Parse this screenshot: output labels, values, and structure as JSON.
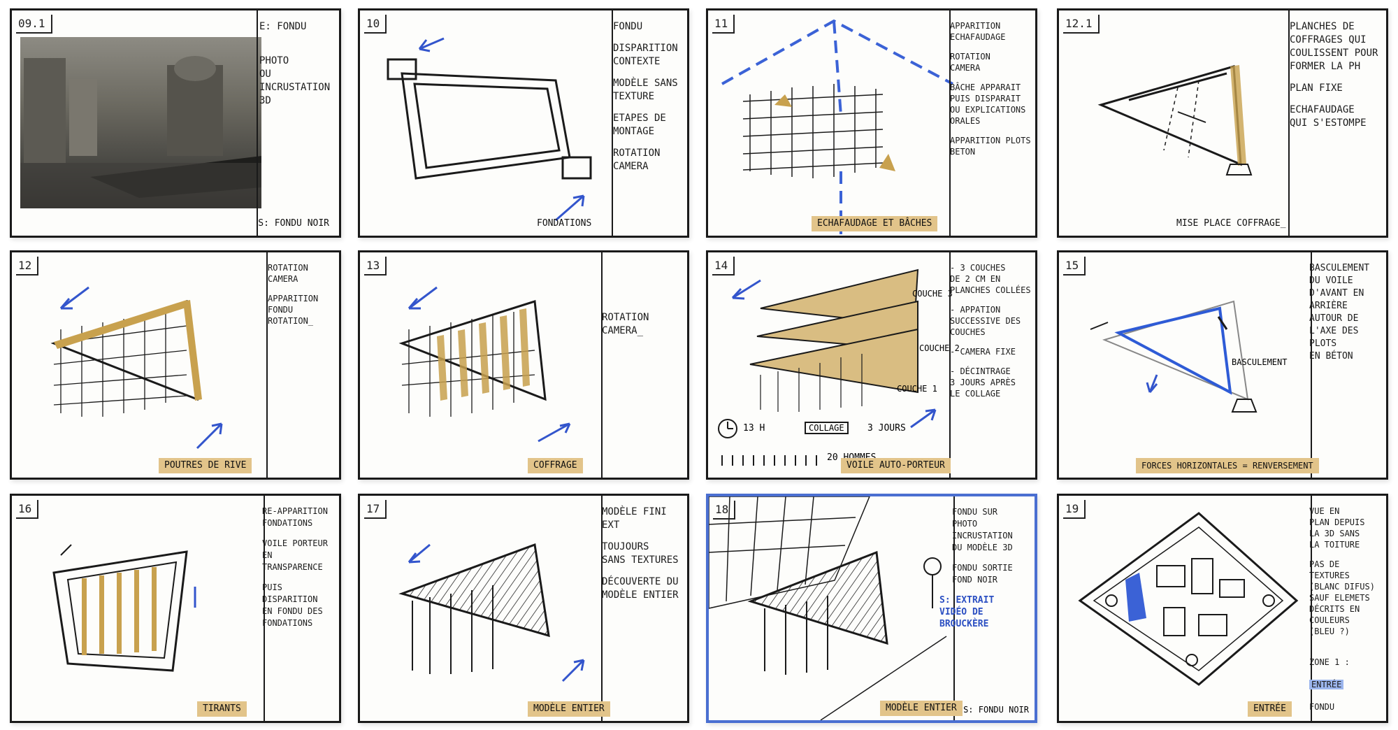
{
  "panels": [
    {
      "number": "09.1",
      "notes": [
        "E: FONDU",
        "PHOTO\nOU\nINCRUSTATION\n3D"
      ],
      "caption": "S: FONDU NOIR"
    },
    {
      "number": "10",
      "notes": [
        "FONDU",
        "DISPARITION\nCONTEXTE",
        "MODÈLE SANS\nTEXTURE",
        "ETAPES DE\nMONTAGE",
        "ROTATION\nCAMERA"
      ],
      "caption": "FONDATIONS"
    },
    {
      "number": "11",
      "notes": [
        "APPARITION\nECHAFAUDAGE",
        "ROTATION\nCAMERA",
        "BÂCHE APPARAIT\nPUIS DISPARAIT\nOU EXPLICATIONS\nORALES",
        "APPARITION PLOTS\nBETON"
      ],
      "caption": "ECHAFAUDAGE ET BÂCHES"
    },
    {
      "number": "12.1",
      "notes": [
        "PLANCHES DE\nCOFFRAGES QUI\nCOULISSENT POUR\nFORMER LA PH",
        "PLAN FIXE",
        "ECHAFAUDAGE\nQUI S'ESTOMPE"
      ],
      "caption": "MISE PLACE COFFRAGE_"
    },
    {
      "number": "12",
      "notes": [
        "ROTATION\nCAMERA",
        "APPARITION FONDU\nROTATION_"
      ],
      "caption": "POUTRES DE RIVE"
    },
    {
      "number": "13",
      "notes": [
        "ROTATION\nCAMERA_"
      ],
      "caption": "COFFRAGE"
    },
    {
      "number": "14",
      "notes": [
        "- 3 COUCHES\nDE 2 CM EN\nPLANCHES COLLÉES",
        "- APPATION\nSUCCESSIVE DES\nCOUCHES",
        "- CAMERA FIXE",
        "- DÉCINTRAGE\n3 JOURS APRÈS\nLE COLLAGE"
      ],
      "labels": [
        "COUCHE 3",
        "COUCHE 2",
        "COUCHE 1"
      ],
      "time": "13 H",
      "collage": "COLLAGE",
      "days": "3 JOURS",
      "workers": "20 HOMMES",
      "caption": "VOILE AUTO-PORTEUR"
    },
    {
      "number": "15",
      "notes": [
        "BASCULEMENT\nDU VOILE\nD'AVANT EN\nARRIÈRE\nAUTOUR DE\nL'AXE DES PLOTS\nEN BÉTON"
      ],
      "label": "BASCULEMENT",
      "caption": "FORCES HORIZONTALES = RENVERSEMENT"
    },
    {
      "number": "16",
      "notes": [
        "RE-APPARITION\nFONDATIONS",
        "VOILE PORTEUR\nEN TRANSPARENCE",
        "PUIS DISPARITION\nEN FONDU DES\nFONDATIONS"
      ],
      "caption": "TIRANTS"
    },
    {
      "number": "17",
      "notes": [
        "MODÈLE FINI\nEXT",
        "TOUJOURS\nSANS TEXTURES",
        "DÉCOUVERTE DU\nMODÈLE ENTIER"
      ],
      "caption": "MODÈLE ENTIER"
    },
    {
      "number": "18",
      "notes": [
        "FONDU SUR\nPHOTO\nINCRUSTATION\nDU MODÈLE 3D",
        "FONDU SORTIE\nFOND NOIR"
      ],
      "extract": "S: EXTRAIT\nVIDÉO DE\nBROUCKÈRE",
      "exit": "S: FONDU NOIR",
      "caption": "MODÈLE ENTIER"
    },
    {
      "number": "19",
      "notes": [
        "VUE EN\nPLAN DEPUIS\nLA 3D SANS\nLA TOITURE",
        "PAS DE TEXTURES\n(BLANC DIFUS)\nSAUF ELEMETS\nDÉCRITS EN\nCOULEURS\n(BLEU ?)"
      ],
      "zone": "ZONE 1 :",
      "zone_value": "ENTRÉE",
      "zone_end": "FONDU",
      "caption": "ENTRÉE"
    }
  ]
}
